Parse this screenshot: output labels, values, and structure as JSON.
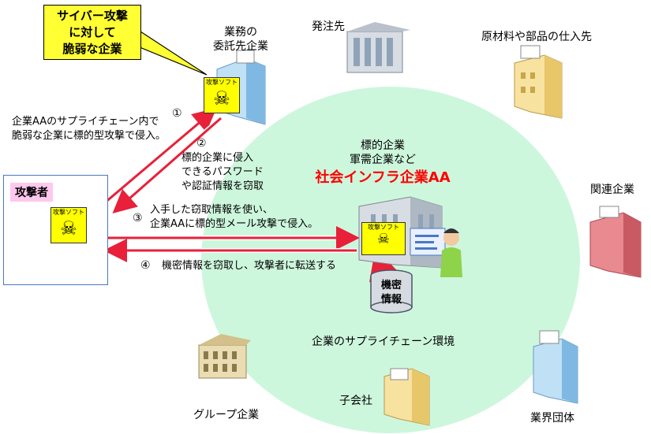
{
  "callout": {
    "line1": "サイバー攻撃",
    "line2": "に対して",
    "line3": "脆弱な企業"
  },
  "attacker": {
    "label": "攻撃者"
  },
  "soft_label": "攻撃ソフト",
  "labels": {
    "contractor_l1": "業務の",
    "contractor_l2": "委託先企業",
    "client": "発注先",
    "supplier": "原材料や部品の仕入先",
    "related": "関連企業",
    "industry_group": "業界団体",
    "subsidiary": "子会社",
    "group_company": "グループ企業",
    "supply_chain_env": "企業のサプライチェーン環境"
  },
  "target": {
    "line1": "標的企業",
    "line2": "軍需企業など",
    "line3": "社会インフラ企業AA"
  },
  "steps": {
    "s1_num": "①",
    "s1_l1": "企業AAのサプライチェーン内で",
    "s1_l2": "脆弱な企業に標的型攻撃で侵入。",
    "s2_num": "②",
    "s2_l1": "標的企業に侵入",
    "s2_l2": "できるパスワード",
    "s2_l3": "や認証情報を窃取",
    "s3_num": "③",
    "s3_l1": "入手した窃取情報を使い、",
    "s3_l2": "企業AAに標的型メール攻撃で侵入。",
    "s4_num": "④",
    "s4_l1": "機密情報を窃取し、攻撃者に転送する"
  },
  "secret": {
    "line1": "機密",
    "line2": "情報"
  },
  "colors": {
    "circle": "#cdf7dd",
    "arrow": "#e8203a",
    "callout": "#ffff33",
    "soft": "#ffff00"
  }
}
